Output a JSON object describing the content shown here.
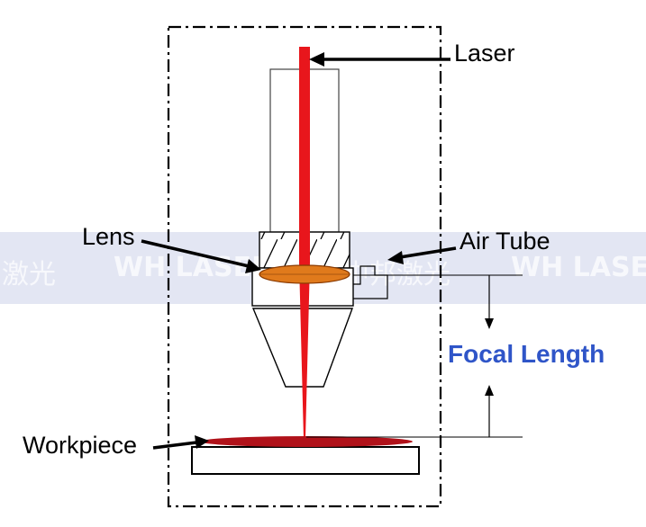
{
  "labels": {
    "laser": "Laser",
    "lens": "Lens",
    "air_tube": "Air Tube",
    "focal_length": "Focal Length",
    "workpiece": "Workpiece"
  },
  "watermark": {
    "brand_left": "WH LASER",
    "brand_right": "WH LASE",
    "cn_left": "激光",
    "cn_middle": "中邦激光"
  },
  "colors": {
    "beam": "#e8161c",
    "lens": "#e07a1c",
    "workpiece_spot": "#b0121a",
    "focal_length_text": "#2f55c8",
    "watermark_band": "#bcc4e2"
  }
}
